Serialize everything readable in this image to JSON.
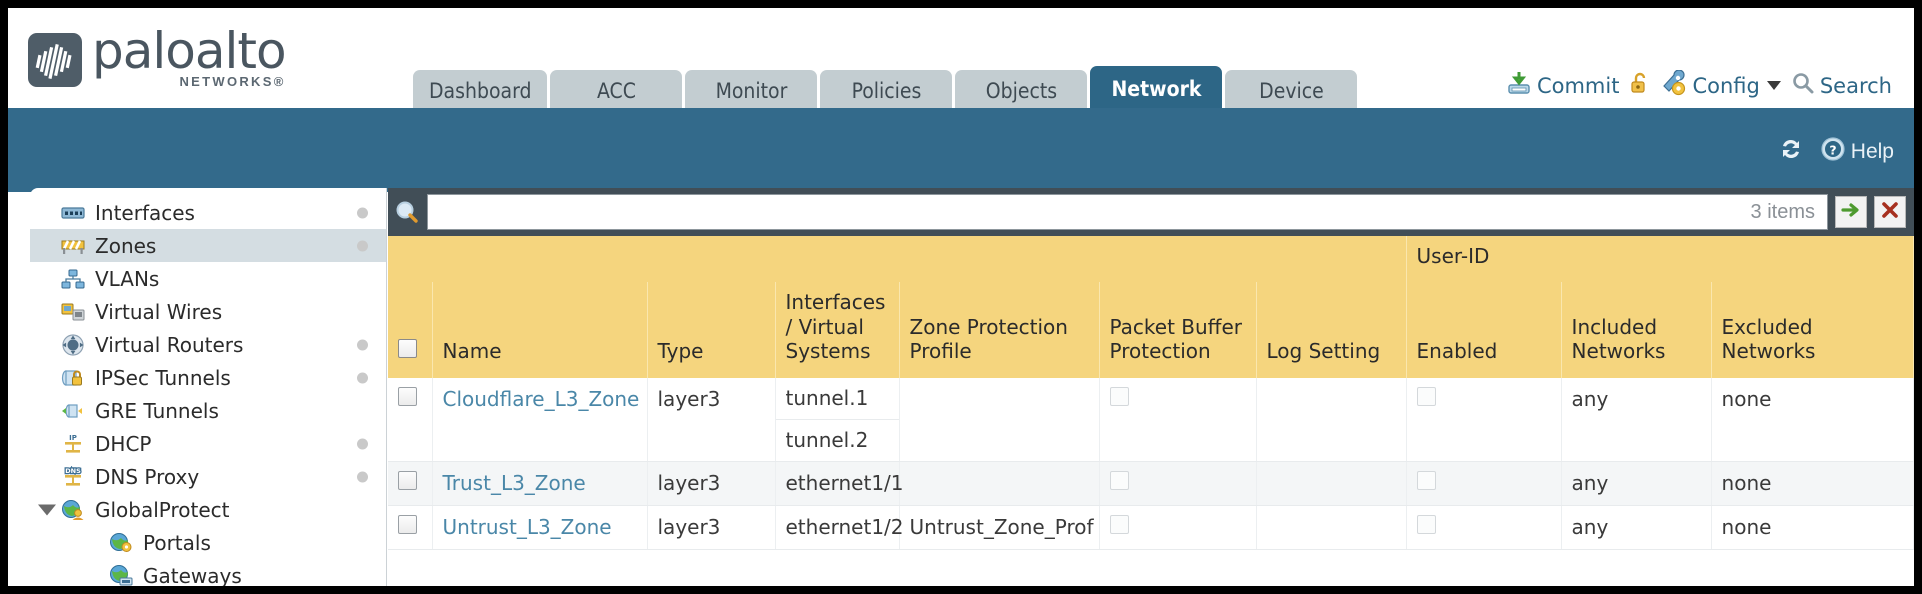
{
  "brand": {
    "name": "paloalto",
    "tagline": "NETWORKS®"
  },
  "nav": {
    "tabs": [
      {
        "label": "Dashboard",
        "active": false
      },
      {
        "label": "ACC",
        "active": false
      },
      {
        "label": "Monitor",
        "active": false
      },
      {
        "label": "Policies",
        "active": false
      },
      {
        "label": "Objects",
        "active": false
      },
      {
        "label": "Network",
        "active": true
      },
      {
        "label": "Device",
        "active": false
      }
    ]
  },
  "header_actions": {
    "commit": "Commit",
    "config": "Config",
    "search": "Search"
  },
  "blue_bar": {
    "help": "Help"
  },
  "sidebar": {
    "items": [
      {
        "label": "Interfaces",
        "icon": "interfaces-icon",
        "selected": false,
        "dot": true,
        "child": false,
        "expander": false
      },
      {
        "label": "Zones",
        "icon": "zones-icon",
        "selected": true,
        "dot": true,
        "child": false,
        "expander": false
      },
      {
        "label": "VLANs",
        "icon": "vlans-icon",
        "selected": false,
        "dot": false,
        "child": false,
        "expander": false
      },
      {
        "label": "Virtual Wires",
        "icon": "virtual-wires-icon",
        "selected": false,
        "dot": false,
        "child": false,
        "expander": false
      },
      {
        "label": "Virtual Routers",
        "icon": "virtual-routers-icon",
        "selected": false,
        "dot": true,
        "child": false,
        "expander": false
      },
      {
        "label": "IPSec Tunnels",
        "icon": "ipsec-tunnels-icon",
        "selected": false,
        "dot": true,
        "child": false,
        "expander": false
      },
      {
        "label": "GRE Tunnels",
        "icon": "gre-tunnels-icon",
        "selected": false,
        "dot": false,
        "child": false,
        "expander": false
      },
      {
        "label": "DHCP",
        "icon": "dhcp-icon",
        "selected": false,
        "dot": true,
        "child": false,
        "expander": false
      },
      {
        "label": "DNS Proxy",
        "icon": "dns-proxy-icon",
        "selected": false,
        "dot": true,
        "child": false,
        "expander": false
      },
      {
        "label": "GlobalProtect",
        "icon": "globalprotect-icon",
        "selected": false,
        "dot": false,
        "child": false,
        "expander": true
      },
      {
        "label": "Portals",
        "icon": "portals-icon",
        "selected": false,
        "dot": false,
        "child": true,
        "expander": false
      },
      {
        "label": "Gateways",
        "icon": "gateways-icon",
        "selected": false,
        "dot": false,
        "child": true,
        "expander": false
      }
    ]
  },
  "search": {
    "value": "",
    "placeholder": "",
    "items_count": "3 items",
    "apply_icon": "apply-filter-icon",
    "clear_icon": "clear-filter-icon"
  },
  "table": {
    "group_header": "User-ID",
    "columns": [
      "Name",
      "Type",
      "Interfaces / Virtual Systems",
      "Zone Protection Profile",
      "Packet Buffer Protection",
      "Log Setting",
      "Enabled",
      "Included Networks",
      "Excluded Networks"
    ],
    "rows": [
      {
        "name": "Cloudflare_L3_Zone",
        "type": "layer3",
        "interfaces": [
          "tunnel.1",
          "tunnel.2"
        ],
        "zone_protection_profile": "",
        "packet_buffer_protection": false,
        "log_setting": "",
        "userid_enabled": false,
        "included_networks": "any",
        "excluded_networks": "none"
      },
      {
        "name": "Trust_L3_Zone",
        "type": "layer3",
        "interfaces": [
          "ethernet1/1"
        ],
        "zone_protection_profile": "",
        "packet_buffer_protection": false,
        "log_setting": "",
        "userid_enabled": false,
        "included_networks": "any",
        "excluded_networks": "none"
      },
      {
        "name": "Untrust_L3_Zone",
        "type": "layer3",
        "interfaces": [
          "ethernet1/2"
        ],
        "zone_protection_profile": "Untrust_Zone_Prof",
        "packet_buffer_protection": false,
        "log_setting": "",
        "userid_enabled": false,
        "included_networks": "any",
        "excluded_networks": "none"
      }
    ]
  },
  "colors": {
    "brand_blue": "#2d6686",
    "band_blue": "#336a8b",
    "tab_inactive": "#c3cdd1",
    "table_header": "#f5d57e",
    "group_header": "#e0b546",
    "search_bar": "#414e57",
    "link": "#4a87a8"
  }
}
